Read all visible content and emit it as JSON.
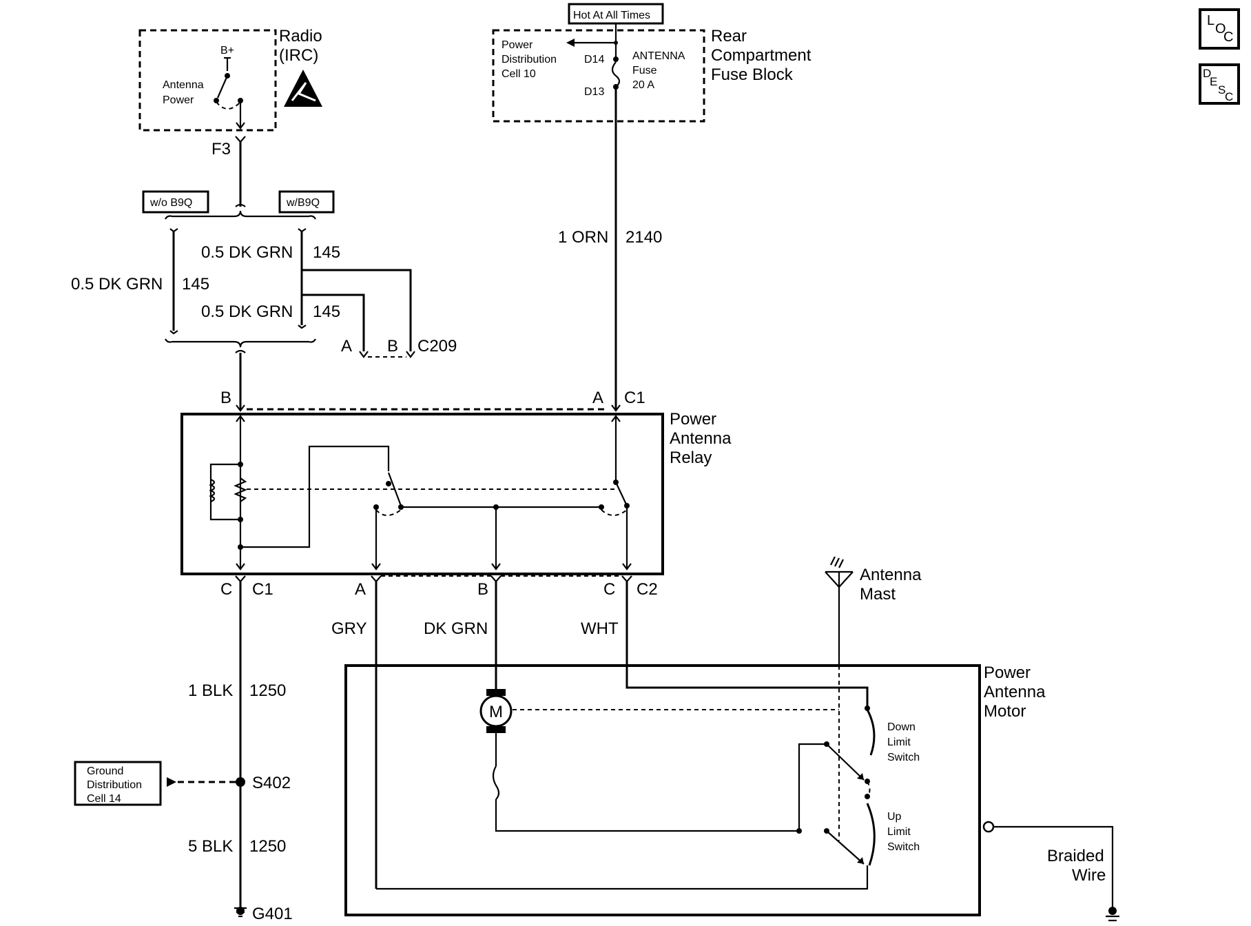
{
  "radio": {
    "name_line1": "Radio",
    "name_line2": "(IRC)",
    "bplus": "B+",
    "switch_line1": "Antenna",
    "switch_line2": "Power",
    "connector": "F3"
  },
  "option_tags": {
    "without": "w/o B9Q",
    "with": "w/B9Q"
  },
  "wires": {
    "dkgrn_a_color": "0.5 DK GRN",
    "dkgrn_a_circuit": "145",
    "dkgrn_main_color": "0.5 DK GRN",
    "dkgrn_main_circuit": "145",
    "dkgrn_b_color": "0.5 DK GRN",
    "dkgrn_b_circuit": "145",
    "orn_color": "1 ORN",
    "orn_circuit": "2140",
    "blk1_color": "1 BLK",
    "blk1_circuit": "1250",
    "blk5_color": "5 BLK",
    "blk5_circuit": "1250",
    "gry": "GRY",
    "dkgrn": "DK GRN",
    "wht": "WHT"
  },
  "c209": {
    "pin_a": "A",
    "pin_b": "B",
    "name": "C209"
  },
  "fuse_block": {
    "hot_tag": "Hot At All Times",
    "pdc_line1": "Power",
    "pdc_line2": "Distribution",
    "pdc_line3": "Cell 10",
    "d14": "D14",
    "d13": "D13",
    "fuse_line1": "ANTENNA",
    "fuse_line2": "Fuse",
    "fuse_line3": "20 A",
    "name_line1": "Rear",
    "name_line2": "Compartment",
    "name_line3": "Fuse Block"
  },
  "relay": {
    "name_line1": "Power",
    "name_line2": "Antenna",
    "name_line3": "Relay",
    "top_pin_b": "B",
    "top_pin_a": "A",
    "top_conn": "C1",
    "bot_pin_c": "C",
    "bot_conn_c1": "C1",
    "bot_pin_a": "A",
    "bot_pin_b": "B",
    "bot_pin_c2": "C",
    "bot_conn_c2": "C2"
  },
  "antenna": {
    "line1": "Antenna",
    "line2": "Mast"
  },
  "motor": {
    "name_line1": "Power",
    "name_line2": "Antenna",
    "name_line3": "Motor",
    "symbol": "M",
    "down_line1": "Down",
    "down_line2": "Limit",
    "down_line3": "Switch",
    "up_line1": "Up",
    "up_line2": "Limit",
    "up_line3": "Switch"
  },
  "ground": {
    "gdc_line1": "Ground",
    "gdc_line2": "Distribution",
    "gdc_line3": "Cell 14",
    "splice": "S402",
    "ground_point": "G401"
  },
  "braided": {
    "line1": "Braided",
    "line2": "Wire"
  },
  "corner_icons": {
    "loc_l": "L",
    "loc_o": "O",
    "loc_c": "C",
    "desc_d": "D",
    "desc_e": "E",
    "desc_s": "S",
    "desc_c": "C"
  }
}
